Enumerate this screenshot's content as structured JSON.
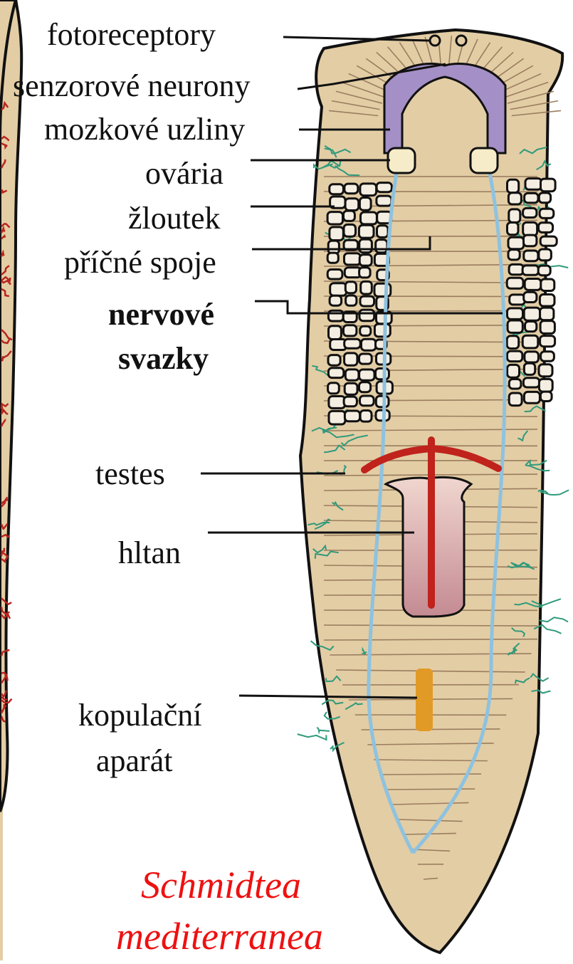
{
  "labels": {
    "photoreceptors": "fotoreceptory",
    "sensory_neurons": "senzorové neurony",
    "brain_ganglia": "mozkové uzliny",
    "ovaries": "ovária",
    "yolk": "žloutek",
    "transverse_connections": "příčné spoje",
    "nerve_cords_line1": "nervové",
    "nerve_cords_line2": "svazky",
    "testes": "testes",
    "pharynx": "hltan",
    "copulatory_line1": "kopulační",
    "copulatory_line2": "aparát"
  },
  "species": {
    "line1": "Schmidtea",
    "line2": "mediterranea"
  },
  "colors": {
    "body": "#e3cda5",
    "outline": "#111111",
    "brain": "#a58fc7",
    "nerve_cord": "#8ec2df",
    "testes": "#2f9a7b",
    "intestine": "#c0221c",
    "pharynx": "#d7a2a8",
    "copulatory": "#e29a26",
    "species_text": "#ee1111"
  }
}
